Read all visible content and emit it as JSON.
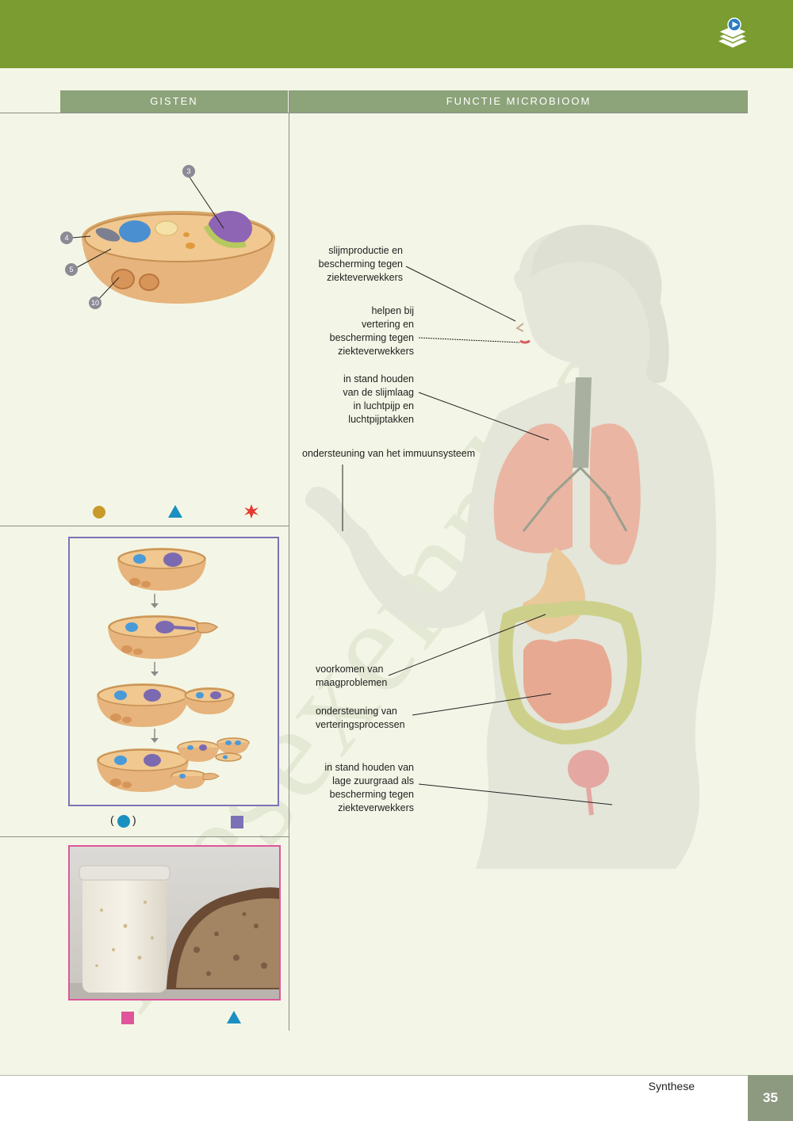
{
  "headers": {
    "left": "GISTEN",
    "right": "FUNCTIE MICROBIOOM"
  },
  "cell_numbers": [
    "3",
    "4",
    "5",
    "10"
  ],
  "watermark": "Leesexemplaar",
  "body_labels": [
    {
      "lines": [
        "slijmproductie en",
        "bescherming tegen",
        "ziekteverwekkers"
      ]
    },
    {
      "lines": [
        "helpen bij",
        "vertering en",
        "bescherming tegen",
        "ziekteverwekkers"
      ]
    },
    {
      "lines": [
        "in stand houden",
        "van de slijmlaag",
        "in luchtpijp en",
        "luchtpijptakken"
      ]
    },
    {
      "lines": [
        "ondersteuning van het immuunsysteem"
      ]
    },
    {
      "lines": [
        "voorkomen van",
        "maagproblemen"
      ]
    },
    {
      "lines": [
        "ondersteuning van",
        "verteringsprocessen"
      ]
    },
    {
      "lines": [
        "in stand houden van",
        "lage zuurgraad als",
        "bescherming tegen",
        "ziekteverwekkers"
      ]
    }
  ],
  "symbol_colors": {
    "circle": "#c79a2a",
    "triangle": "#1a8fc0",
    "star": "#e53b33",
    "square_purple": "#7b72b6",
    "square_pink": "#e0559a",
    "blue_dot": "#1a8fc0"
  },
  "paren_open": "(",
  "paren_close": ")",
  "footer": {
    "section": "Synthese",
    "page_number": "35"
  },
  "colors": {
    "topbar": "#7a9c30",
    "header": "#8da37a",
    "background": "#f3f6e6"
  }
}
